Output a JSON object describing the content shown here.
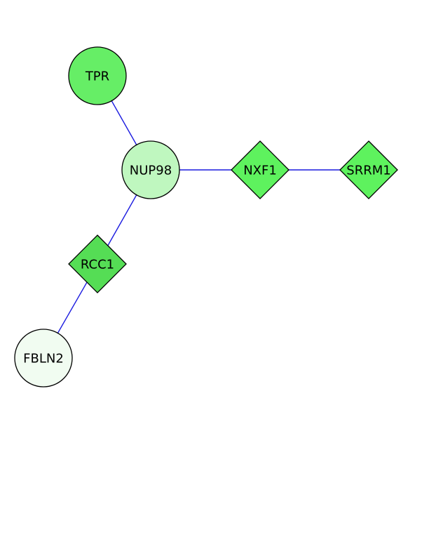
{
  "network": {
    "edge_color": "#1a1adf",
    "nodes": [
      {
        "id": "TPR",
        "label": "TPR",
        "shape": "circle",
        "fill": "#66ee66"
      },
      {
        "id": "NUP98",
        "label": "NUP98",
        "shape": "circle",
        "fill": "#bff7bf"
      },
      {
        "id": "NXF1",
        "label": "NXF1",
        "shape": "diamond",
        "fill": "#5ef25e"
      },
      {
        "id": "SRRM1",
        "label": "SRRM1",
        "shape": "diamond",
        "fill": "#5ef25e"
      },
      {
        "id": "RCC1",
        "label": "RCC1",
        "shape": "diamond",
        "fill": "#55dd55"
      },
      {
        "id": "FBLN2",
        "label": "FBLN2",
        "shape": "circle",
        "fill": "#f1fcf1"
      }
    ],
    "edges": [
      {
        "source": "TPR",
        "target": "NUP98"
      },
      {
        "source": "NUP98",
        "target": "NXF1"
      },
      {
        "source": "NXF1",
        "target": "SRRM1"
      },
      {
        "source": "NUP98",
        "target": "RCC1"
      },
      {
        "source": "RCC1",
        "target": "FBLN2"
      }
    ]
  }
}
